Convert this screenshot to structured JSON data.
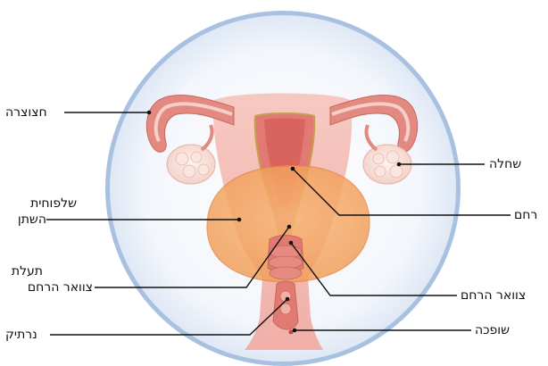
{
  "diagram": {
    "labels": {
      "fallopian_tube": "חצוצרה",
      "ovary": "שחלה",
      "bladder_line1": "שלפוחית",
      "bladder_line2": "השתן",
      "uterus": "רחם",
      "urethra_line1": "תעלת",
      "urethra_line2": "צוואר הרחם",
      "cervix": "צוואר הרחם",
      "vagina": "נרתיק",
      "vulva": "שופכה"
    },
    "colors": {
      "ring": "#a9c1e0",
      "disc": "#eef3fb",
      "bladder": "#f5a35a",
      "uterus_outer": "#f3b9b3",
      "uterus_inner": "#e07a72",
      "endometrium": "#c9a04a",
      "ovary": "#f6d9cf",
      "leader": "#111111"
    }
  }
}
